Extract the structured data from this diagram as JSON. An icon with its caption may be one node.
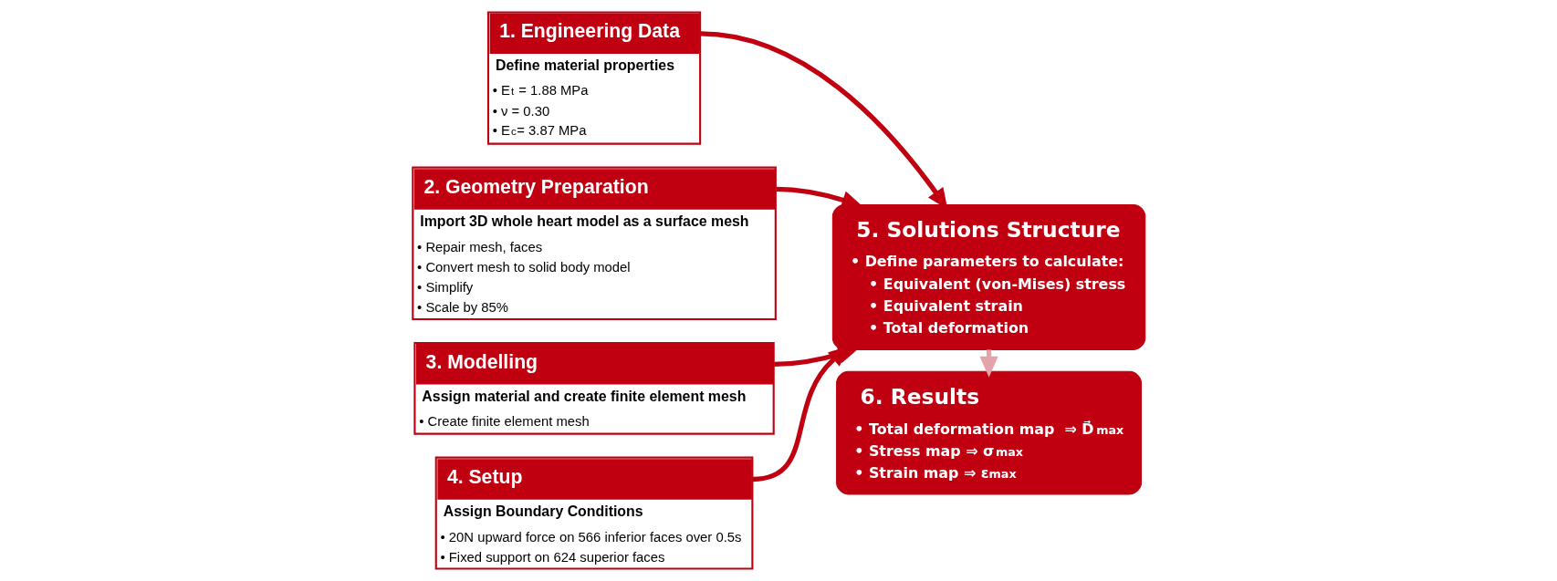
{
  "diagram": {
    "nodes": [
      {
        "text": [
          "1. Engineering Data",
          "Define material properties",
          "• E$_{t}$ = 1.88 MPa",
          "• ν = 0.30",
          "• E$_{c}$= 3.87 MPa"
        ]
      },
      {
        "text": [
          "2. Geometry Preparation",
          "Import 3D whole heart model as a surface mesh",
          "• Repair mesh, faces",
          "• Convert mesh to solid body model",
          "• Simplify",
          "• Scale by 85%"
        ]
      },
      {
        "text": [
          "3. Modelling",
          "Assign material and create finite element mesh",
          "• Create finite element mesh"
        ]
      },
      {
        "text": [
          "4. Setup",
          "Assign Boundary Conditions",
          "• 20N upward force on 566 inferior faces over 0.5s",
          "• Fixed support on 624 superior faces"
        ]
      },
      {
        "text": [
          "5. Solutions Structure",
          "• Define parameters to calculate:",
          "• Equivalent (von-Mises) stress",
          "• Equivalent strain",
          "• Total deformation"
        ]
      },
      {
        "text": [
          "6. Results",
          "• Total deformation map  ⇒ D⃗$_{max}$",
          "• Stress map ⇒ σ$_{max}$",
          "• Strain map ⇒ ε$_{max}$"
        ]
      }
    ],
    "edges": [
      {
        "from": 0,
        "to": 4,
        "arrow": "to"
      },
      {
        "from": 1,
        "to": 4,
        "arrow": "to"
      },
      {
        "from": 2,
        "to": 4,
        "arrow": "to"
      },
      {
        "from": 3,
        "to": 4,
        "arrow": "to"
      },
      {
        "from": 4,
        "to": 5,
        "arrow": "to",
        "color": "#e3a3a8"
      }
    ]
  }
}
